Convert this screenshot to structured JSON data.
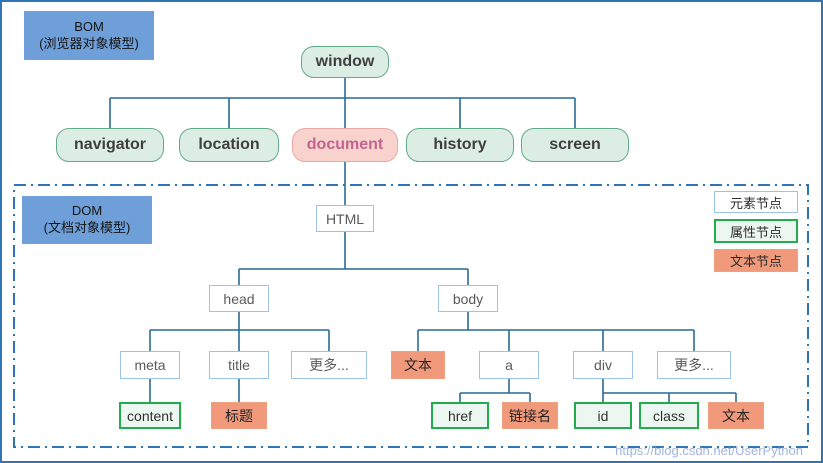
{
  "regions": {
    "bom": {
      "title": "BOM",
      "subtitle": "(浏览器对象模型)"
    },
    "dom": {
      "title": "DOM",
      "subtitle": "(文档对象模型)"
    }
  },
  "nodes": {
    "window": {
      "label": "window",
      "type": "bom-object"
    },
    "navigator": {
      "label": "navigator",
      "type": "bom-object"
    },
    "location": {
      "label": "location",
      "type": "bom-object"
    },
    "document": {
      "label": "document",
      "type": "bom-object-highlighted"
    },
    "history": {
      "label": "history",
      "type": "bom-object"
    },
    "screen": {
      "label": "screen",
      "type": "bom-object"
    },
    "html": {
      "label": "HTML",
      "type": "element-node"
    },
    "head": {
      "label": "head",
      "type": "element-node"
    },
    "body": {
      "label": "body",
      "type": "element-node"
    },
    "meta": {
      "label": "meta",
      "type": "element-node"
    },
    "title": {
      "label": "title",
      "type": "element-node"
    },
    "more_head": {
      "label": "更多...",
      "type": "element-node"
    },
    "text_body": {
      "label": "文本",
      "type": "text-node"
    },
    "a": {
      "label": "a",
      "type": "element-node"
    },
    "div": {
      "label": "div",
      "type": "element-node"
    },
    "more_body": {
      "label": "更多...",
      "type": "element-node"
    },
    "content": {
      "label": "content",
      "type": "attribute-node"
    },
    "caption": {
      "label": "标题",
      "type": "text-node"
    },
    "href": {
      "label": "href",
      "type": "attribute-node"
    },
    "link_name": {
      "label": "链接名",
      "type": "text-node"
    },
    "id": {
      "label": "id",
      "type": "attribute-node"
    },
    "class": {
      "label": "class",
      "type": "attribute-node"
    },
    "text_div": {
      "label": "文本",
      "type": "text-node"
    }
  },
  "tree": {
    "window": [
      "navigator",
      "location",
      "document",
      "history",
      "screen"
    ],
    "document": [
      "HTML"
    ],
    "HTML": [
      "head",
      "body"
    ],
    "head": [
      "meta",
      "title",
      "更多..."
    ],
    "body": [
      "文本",
      "a",
      "div",
      "更多..."
    ],
    "meta": [
      "content"
    ],
    "title": [
      "标题"
    ],
    "a": [
      "href",
      "链接名"
    ],
    "div": [
      "id",
      "class",
      "文本"
    ]
  },
  "legend": {
    "element": "元素节点",
    "attribute": "属性节点",
    "text": "文本节点"
  },
  "watermark": "https://blog.csdn.net/UserPython",
  "colors": {
    "frame": "#2e75b6",
    "connector_line": "#276a93",
    "region_label_fill": "#6f9fd8",
    "bom_node_fill": "#dcede4",
    "bom_node_border": "#62ab89",
    "document_fill": "#f8d2cd",
    "document_border": "#eba9a6",
    "document_text": "#c2648f",
    "element_node_border": "#9dc3e6",
    "attribute_node_fill": "#edf7f1",
    "attribute_node_border": "#22ac4e",
    "text_node_fill": "#f0997b",
    "watermark_text": "#809cd2"
  }
}
